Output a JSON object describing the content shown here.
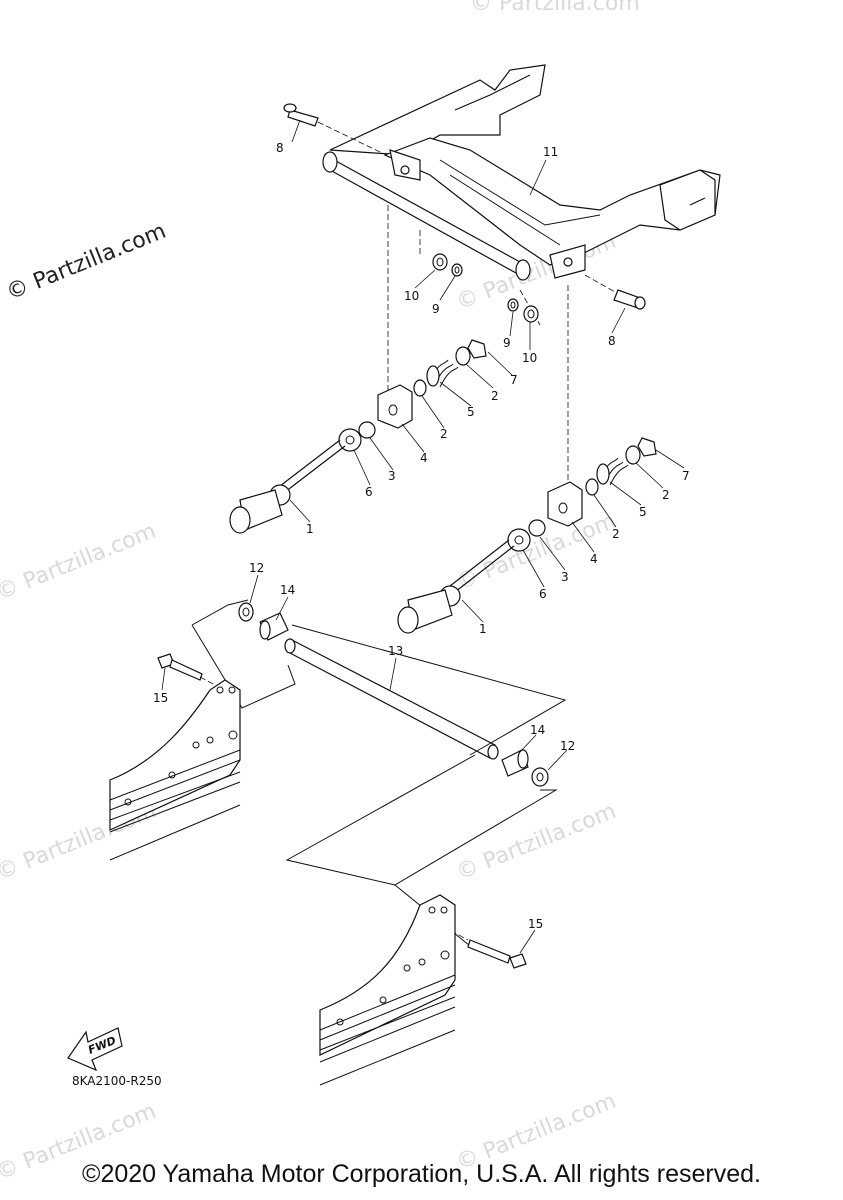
{
  "diagram_code": "8KA2100-R250",
  "fwd_label": "FWD",
  "copyright": "©2020 Yamaha Motor Corporation, U.S.A. All rights reserved.",
  "watermark": "© Partzilla.com",
  "callouts": {
    "c1a": "1",
    "c1b": "1",
    "c2a": "2",
    "c2b": "2",
    "c2c": "2",
    "c2d": "2",
    "c3a": "3",
    "c3b": "3",
    "c4a": "4",
    "c4b": "4",
    "c5a": "5",
    "c5b": "5",
    "c6a": "6",
    "c6b": "6",
    "c7a": "7",
    "c7b": "7",
    "c8a": "8",
    "c8b": "8",
    "c9a": "9",
    "c9b": "9",
    "c10a": "10",
    "c10b": "10",
    "c11": "11",
    "c12a": "12",
    "c12b": "12",
    "c13": "13",
    "c14a": "14",
    "c14b": "14",
    "c15a": "15",
    "c15b": "15"
  }
}
